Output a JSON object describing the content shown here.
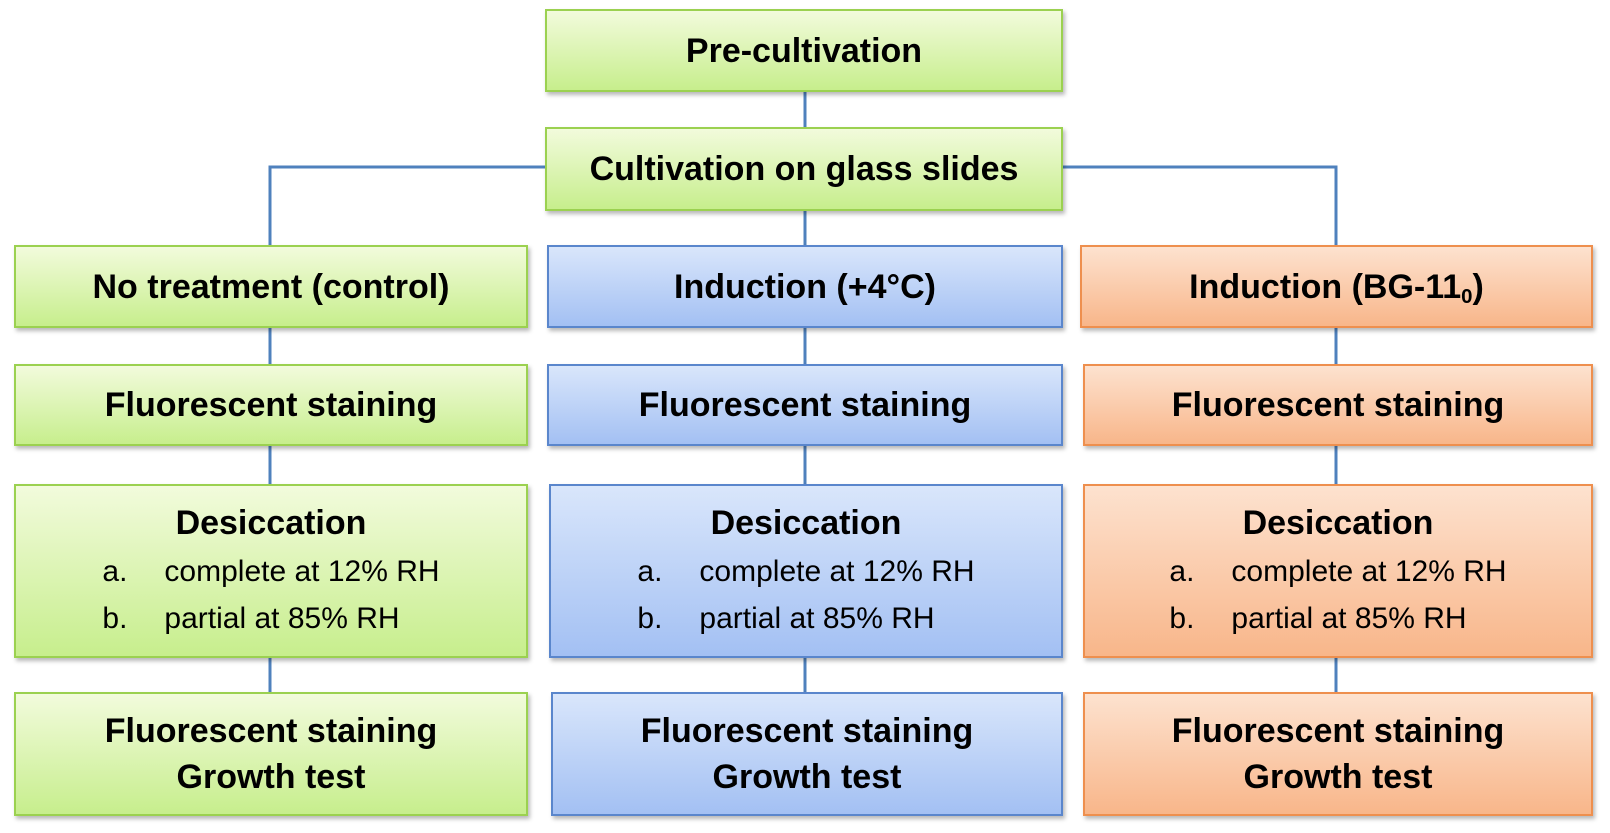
{
  "colors": {
    "connector": "#4f81bd",
    "green_fill": "#c7ee8d",
    "blue_fill": "#a3c0f3",
    "orange_fill": "#f8b68a"
  },
  "pre_cultivation": "Pre-cultivation",
  "cultivation": "Cultivation on glass slides",
  "columns": [
    {
      "color": "green",
      "treatment": "No treatment (control)",
      "staining": "Fluorescent staining",
      "desiccation": {
        "title": "Desiccation",
        "items": [
          {
            "marker": "a.",
            "text": "complete at 12% RH"
          },
          {
            "marker": "b.",
            "text": "partial at 85% RH"
          }
        ]
      },
      "final": {
        "line1": "Fluorescent staining",
        "line2": "Growth test"
      }
    },
    {
      "color": "blue",
      "treatment": "Induction (+4°C)",
      "staining": "Fluorescent staining",
      "desiccation": {
        "title": "Desiccation",
        "items": [
          {
            "marker": "a.",
            "text": "complete at 12% RH"
          },
          {
            "marker": "b.",
            "text": "partial at 85% RH"
          }
        ]
      },
      "final": {
        "line1": "Fluorescent staining",
        "line2": "Growth test"
      }
    },
    {
      "color": "orange",
      "treatment": "Induction (BG-11",
      "treatment_sub": "0",
      "treatment_end": ")",
      "staining": "Fluorescent staining",
      "desiccation": {
        "title": "Desiccation",
        "items": [
          {
            "marker": "a.",
            "text": "complete at 12% RH"
          },
          {
            "marker": "b.",
            "text": "partial at 85% RH"
          }
        ]
      },
      "final": {
        "line1": "Fluorescent staining",
        "line2": "Growth test"
      }
    }
  ]
}
